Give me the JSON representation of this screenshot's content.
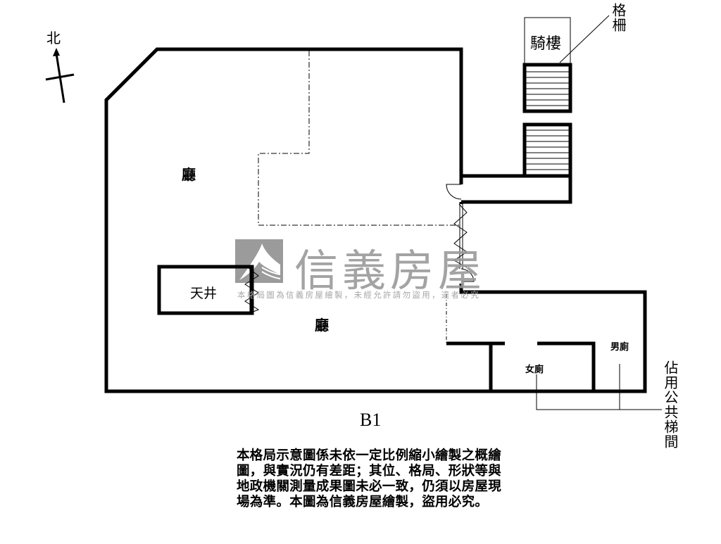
{
  "floor_label": "B1",
  "compass": {
    "label": "北",
    "icon": "north-arrow-icon"
  },
  "rooms": {
    "hall_upper": "廳",
    "hall_lower": "廳",
    "lightwell": "天井",
    "arcade": "騎樓",
    "women_restroom": "女廁",
    "men_restroom": "男廁"
  },
  "callouts": {
    "grille": "格柵",
    "public_stairwell": "佔用公共梯間"
  },
  "watermark": {
    "brand": "信義房屋",
    "notice": "本格局圖為信義房屋繪製，未經允許請勿盜用，違者必究"
  },
  "disclaimer": "本格局示意圖係未依一定比例縮小繪製之概繪圖，與實況仍有差距；其位、格局、形狀等與地政機關測量成果圖未必一致，仍須以房屋現場為準。本圖為信義房屋繪製，盜用必究。",
  "colors": {
    "wall": "#000000",
    "watermark": "#9b9b9b",
    "background": "#ffffff"
  }
}
